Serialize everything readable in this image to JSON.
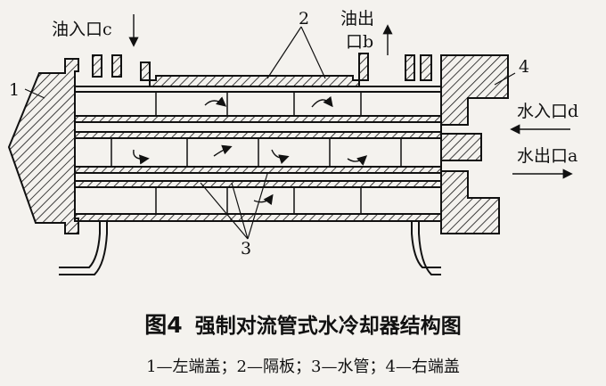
{
  "labels": {
    "oil_inlet": "油入口c",
    "oil_outlet_line1": "油出",
    "oil_outlet_line2": "口b",
    "water_inlet": "水入口d",
    "water_outlet": "水出口a"
  },
  "parts": {
    "n1": "1",
    "n2": "2",
    "n3": "3",
    "n4": "4"
  },
  "caption": {
    "figure": "图4",
    "title": "强制对流管式水冷却器结构图"
  },
  "legend": "1—左端盖；2—隔板；3—水管；4—右端盖",
  "colors": {
    "line": "#111111",
    "background": "#f4f2ee"
  }
}
